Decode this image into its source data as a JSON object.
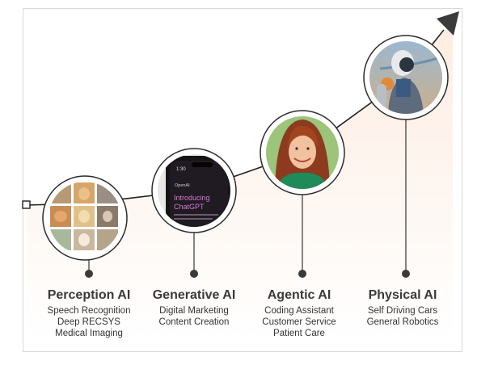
{
  "colors": {
    "line": "#1f1f1f",
    "circle_stroke": "#2b2b2b",
    "gradient_warm": "#fde9dc",
    "title_text": "#3a3a3a",
    "body_text": "#333333"
  },
  "stages": [
    {
      "title": "Perception AI",
      "items": [
        "Speech Recognition",
        "Deep RECSYS",
        "Medical Imaging"
      ],
      "image": "pet-photo-grid"
    },
    {
      "title": "Generative AI",
      "items": [
        "Digital Marketing",
        "Content Creation"
      ],
      "image": "phone-chatgpt-screen",
      "image_text": {
        "time": "1:30",
        "brand": "OpenAI",
        "headline_line1": "Introducing",
        "headline_line2": "ChatGPT"
      }
    },
    {
      "title": "Agentic AI",
      "items": [
        "Coding Assistant",
        "Customer Service",
        "Patient Care"
      ],
      "image": "smiling-woman-portrait"
    },
    {
      "title": "Physical AI",
      "items": [
        "Self Driving Cars",
        "General Robotics"
      ],
      "image": "humanoid-robot"
    }
  ]
}
